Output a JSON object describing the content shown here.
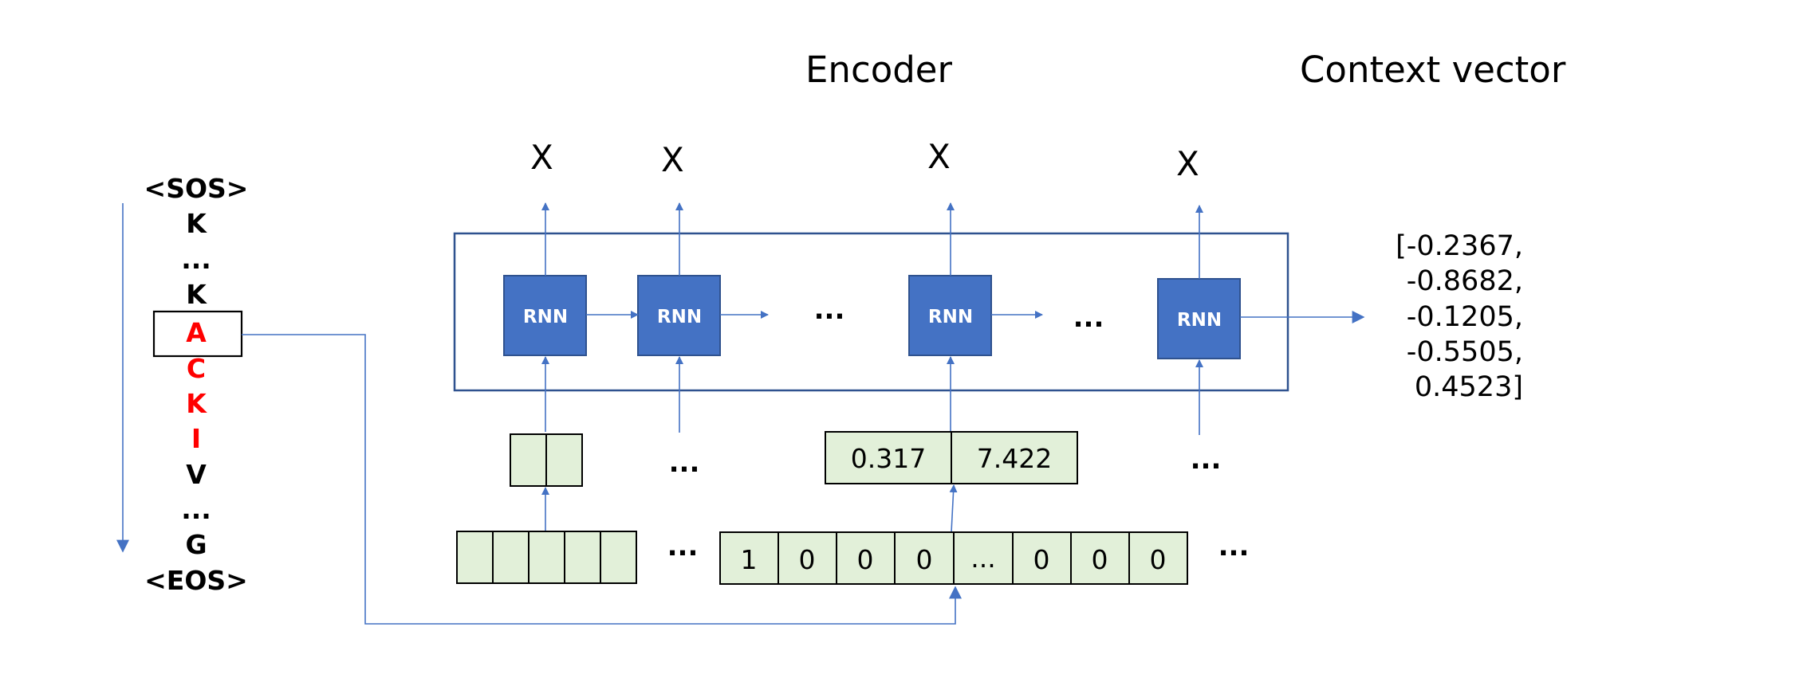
{
  "headings": {
    "encoder": "Encoder",
    "context_vector": "Context vector"
  },
  "outputs": [
    "X",
    "X",
    "X",
    "X"
  ],
  "rnn_label": "RNN",
  "sequence": [
    {
      "text": "<SOS>",
      "color": "#000000"
    },
    {
      "text": "K",
      "color": "#000000"
    },
    {
      "text": "...",
      "color": "#000000"
    },
    {
      "text": "K",
      "color": "#000000"
    },
    {
      "text": "A",
      "color": "#ff0000"
    },
    {
      "text": "C",
      "color": "#ff0000"
    },
    {
      "text": "K",
      "color": "#ff0000"
    },
    {
      "text": "I",
      "color": "#ff0000"
    },
    {
      "text": "V",
      "color": "#000000"
    },
    {
      "text": "...",
      "color": "#000000"
    },
    {
      "text": "G",
      "color": "#000000"
    },
    {
      "text": "<EOS>",
      "color": "#000000"
    }
  ],
  "embedding_values": [
    "0.317",
    "7.422"
  ],
  "one_hot_values": [
    "1",
    "0",
    "0",
    "0",
    "...",
    "0",
    "0",
    "0"
  ],
  "ellipsis": "...",
  "context_vector": [
    "[-0.2367,",
    "-0.8682,",
    "-0.1205,",
    "-0.5505,",
    "0.4523]"
  ],
  "colors": {
    "rnn_fill": "#4472c4",
    "rnn_stroke": "#2f528f",
    "cell_fill": "#e2f0d9",
    "arrow": "#4472c4",
    "frame": "#2f528f",
    "highlight": "#ff0000"
  }
}
